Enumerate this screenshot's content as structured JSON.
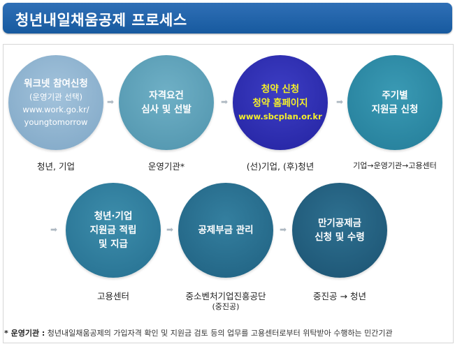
{
  "header": {
    "title": "청년내일채움공제 프로세스"
  },
  "steps": [
    {
      "lines": [
        "워크넷 참여신청",
        "(운영기관 선택)",
        "www.work.go.kr/",
        "youngtomorrow"
      ],
      "caption": "청년, 기업"
    },
    {
      "lines": [
        "자격요건",
        "심사 및 선발"
      ],
      "caption": "운영기관*"
    },
    {
      "lines": [
        "청약 신청",
        "청약 홈페이지",
        "www.sbcplan.or.kr"
      ],
      "caption": "(선)기업, (후)청년"
    },
    {
      "lines": [
        "주기별",
        "지원금 신청"
      ],
      "caption": "기업→운영기관→고용센터"
    },
    {
      "lines": [
        "청년·기업",
        "지원금 적립",
        "및 지급"
      ],
      "caption": "고용센터"
    },
    {
      "lines": [
        "공제부금 관리"
      ],
      "caption": "중소벤처기업진흥공단",
      "caption2": "(중진공)"
    },
    {
      "lines": [
        "만기공제금",
        "신청 및 수령"
      ],
      "caption": "중진공 → 청년"
    }
  ],
  "arrow_glyph": "➡",
  "footnote": {
    "label": "* 운영기관 :",
    "text": "청년내일채움공제의 가입자격 확인 및 지원금 검토 등의 업무를 고용센터로부터 위탁받아 수행하는 민간기관"
  },
  "colors": {
    "header": "#1c62aa",
    "step1": "#8fb4d0",
    "step2": "#5ea1b8",
    "step3": "#2e2fb2",
    "step4": "#2c8ba6",
    "step5": "#2e7f9f",
    "step6": "#28708f",
    "step7": "#245f80",
    "highlight": "#f4ef2a"
  }
}
